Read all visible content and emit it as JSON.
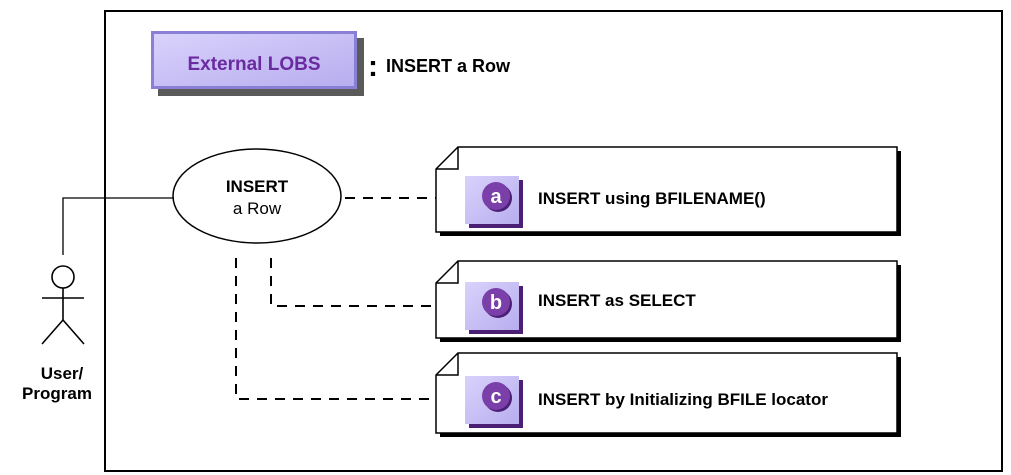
{
  "diagram": {
    "header": {
      "badge_label": "External LOBS",
      "separator": ":",
      "title": "INSERT a Row"
    },
    "use_case": {
      "line1": "INSERT",
      "line2": "a Row"
    },
    "actor": {
      "line1": "User/",
      "line2": "Program"
    },
    "notes": [
      {
        "marker": "a",
        "label": "INSERT using BFILENAME()"
      },
      {
        "marker": "b",
        "label": "INSERT as SELECT"
      },
      {
        "marker": "c",
        "label": "INSERT by Initializing BFILE locator"
      }
    ],
    "colors": {
      "badge_fill": "#c9c1f5",
      "badge_text": "#6a2aa0",
      "marker_fill": "#7a3fa8",
      "marker_shadow": "#4b1f74",
      "marker_tile": "#c9c1f5"
    }
  }
}
